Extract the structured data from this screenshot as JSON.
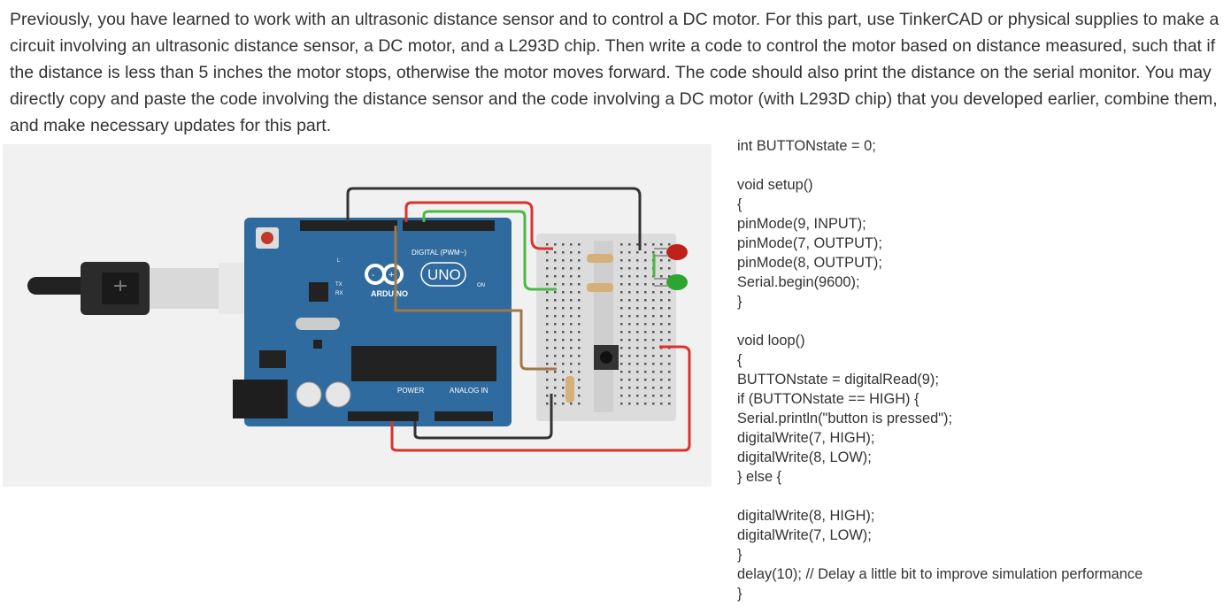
{
  "instructions": "Previously, you have learned to work with an ultrasonic distance sensor and to control a DC motor. For this part, use TinkerCAD or physical supplies to make a circuit involving an ultrasonic distance sensor, a DC motor, and a L293D chip. Then write a code to control the motor based on distance measured, such that if the distance is less than 5 inches the motor stops, otherwise the motor moves forward. The code should also print the distance on the serial monitor. You may directly copy and paste the code involving the distance sensor and the code involving a DC motor (with L293D chip) that you developed earlier, combine them, and make necessary updates for this part.",
  "board": {
    "digital_label": "DIGITAL (PWM~)",
    "uno_label": "UNO",
    "brand_label": "ARDUINO",
    "power_label": "POWER",
    "analog_label": "ANALOG IN",
    "on_label": "ON",
    "tx_label": "TX",
    "rx_label": "RX",
    "l_label": "L"
  },
  "colors": {
    "board_blue": "#2f6b9e",
    "wire_red": "#d9342b",
    "wire_black": "#333333",
    "wire_green": "#4cb944",
    "wire_brown": "#a0784a",
    "led_red": "#c0221a",
    "led_green": "#2da531"
  },
  "code_lines": [
    "int BUTTONstate = 0;",
    "",
    "void setup()",
    "{",
    "pinMode(9, INPUT);",
    "pinMode(7, OUTPUT);",
    "pinMode(8, OUTPUT);",
    "Serial.begin(9600);",
    "}",
    "",
    "void loop()",
    "{",
    "BUTTONstate = digitalRead(9);",
    "if (BUTTONstate == HIGH) {",
    "Serial.println(\"button is pressed\");",
    "digitalWrite(7, HIGH);",
    "digitalWrite(8, LOW);",
    "} else {",
    "",
    "digitalWrite(8, HIGH);",
    "digitalWrite(7, LOW);",
    "}",
    "delay(10); // Delay a little bit to improve simulation performance",
    "}"
  ]
}
